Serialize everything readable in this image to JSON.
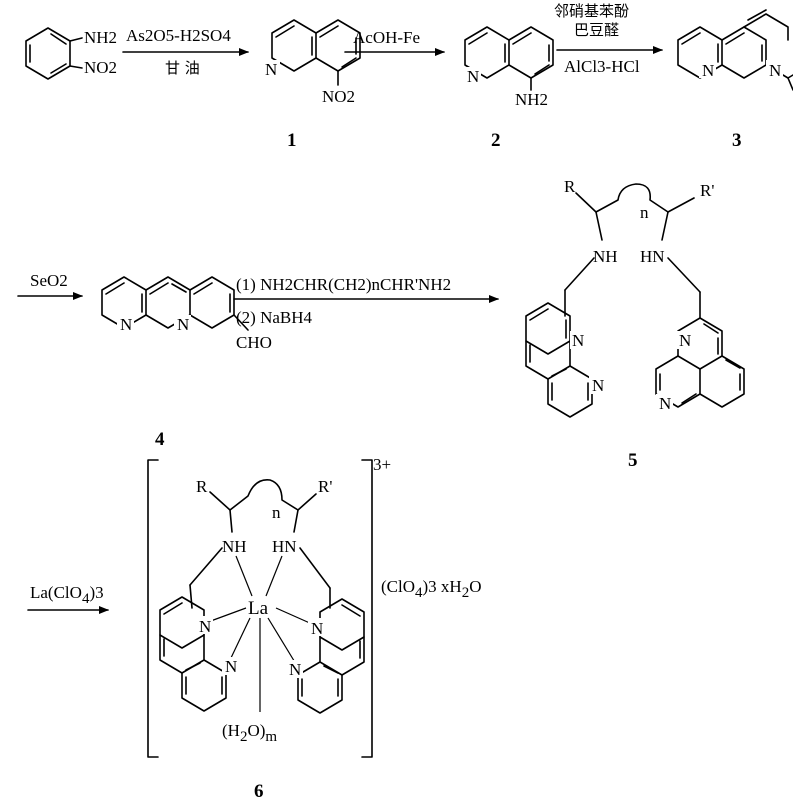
{
  "compounds": {
    "start": {
      "nh2": "NH2",
      "no2": "NO2"
    },
    "c1": {
      "number": "1",
      "n": "N",
      "no2": "NO2"
    },
    "c2": {
      "number": "2",
      "n": "N",
      "nh2": "NH2"
    },
    "c3": {
      "number": "3",
      "n1": "N",
      "n2": "N"
    },
    "c4": {
      "number": "4",
      "n1": "N",
      "n2": "N",
      "cho": "CHO"
    },
    "c5": {
      "number": "5",
      "r": "R",
      "r2": "R'",
      "n_sub": "n",
      "nh": "NH",
      "hn": "HN",
      "n": "N"
    },
    "c6": {
      "number": "6",
      "r": "R",
      "r2": "R'",
      "n_sub": "n",
      "nh": "NH",
      "hn": "HN",
      "la": "La",
      "n": "N",
      "water_base": "(H",
      "water_sub": "2",
      "water_tail": "O)",
      "water_m": "m",
      "charge": "3+",
      "counter_base": "(ClO",
      "counter_sub": "4",
      "counter_tail": ")3",
      "counter_rest": "  xH",
      "counter_h2o_sub": "2",
      "counter_o": "O"
    }
  },
  "reagents": {
    "r1_top": "As2O5-H2SO4",
    "r1_bottom": "甘 油",
    "r2_top": "AcOH-Fe",
    "r3_top1": "邻硝基苯酚",
    "r3_top2": "巴豆醛",
    "r3_bottom": "AlCl3-HCl",
    "r4_top": "SeO2",
    "r5_top": "(1) NH2CHR(CH2)nCHR'NH2",
    "r5_bottom": "(2) NaBH4",
    "r6_base": "La(ClO",
    "r6_sub": "4",
    "r6_tail": ")3"
  }
}
